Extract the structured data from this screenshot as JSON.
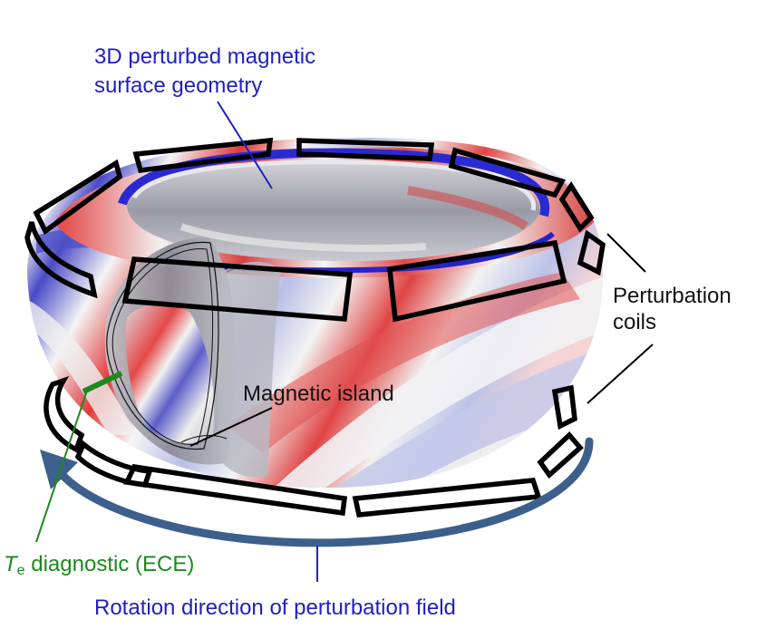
{
  "labels": {
    "geometry_line1": "3D perturbed magnetic",
    "geometry_line2": "surface geometry",
    "coils_line1": "Perturbation",
    "coils_line2": "coils",
    "island": "Magnetic island",
    "diag_symbol": "T",
    "diag_subscript": "e",
    "diag_text": " diagnostic (ECE)",
    "rotation": "Rotation direction of perturbation field"
  },
  "colors": {
    "label_blue": "#1f1fc4",
    "label_green": "#1c8a1c",
    "arrow": "#3d5f8c",
    "perturb_red": "#e03030",
    "perturb_blue": "#3a3ad0",
    "coil": "#000000"
  }
}
